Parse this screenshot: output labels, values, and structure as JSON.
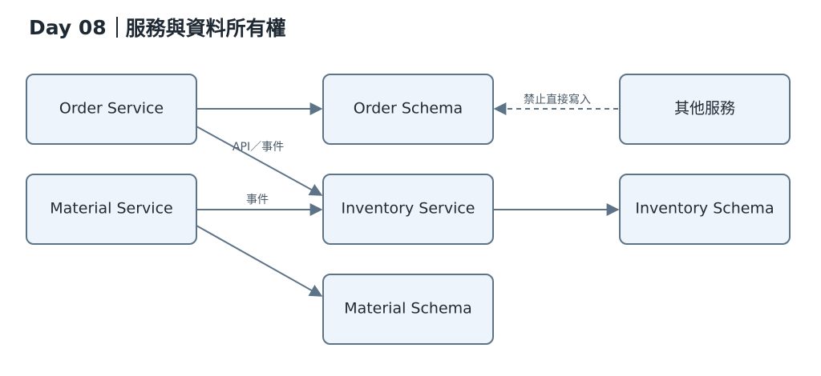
{
  "title": {
    "prefix": "Day 08",
    "text": "服務與資料所有權"
  },
  "colors": {
    "node_fill": "#eef4fb",
    "node_border": "#5d7387",
    "arrow": "#5d7387",
    "text": "#1f2933"
  },
  "nodes": {
    "order_service": "Order Service",
    "order_schema": "Order Schema",
    "other_services": "其他服務",
    "material_service": "Material Service",
    "inventory_service": "Inventory Service",
    "inventory_schema": "Inventory Schema",
    "material_schema": "Material Schema"
  },
  "edges": {
    "api_event": "API／事件",
    "event": "事件",
    "no_direct_write": "禁止直接寫入"
  }
}
